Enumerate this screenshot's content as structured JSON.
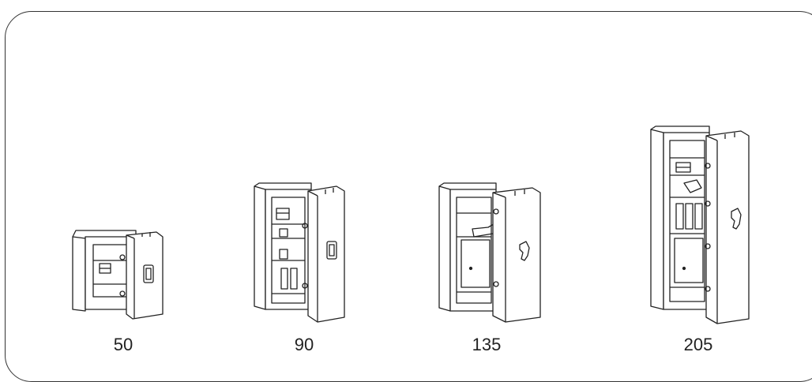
{
  "safes": [
    {
      "label": "50",
      "icon": "safe-small-icon"
    },
    {
      "label": "90",
      "icon": "safe-medium-icon"
    },
    {
      "label": "135",
      "icon": "safe-large-icon"
    },
    {
      "label": "205",
      "icon": "safe-xlarge-icon"
    }
  ],
  "colors": {
    "line": "#222222",
    "background": "#ffffff"
  }
}
